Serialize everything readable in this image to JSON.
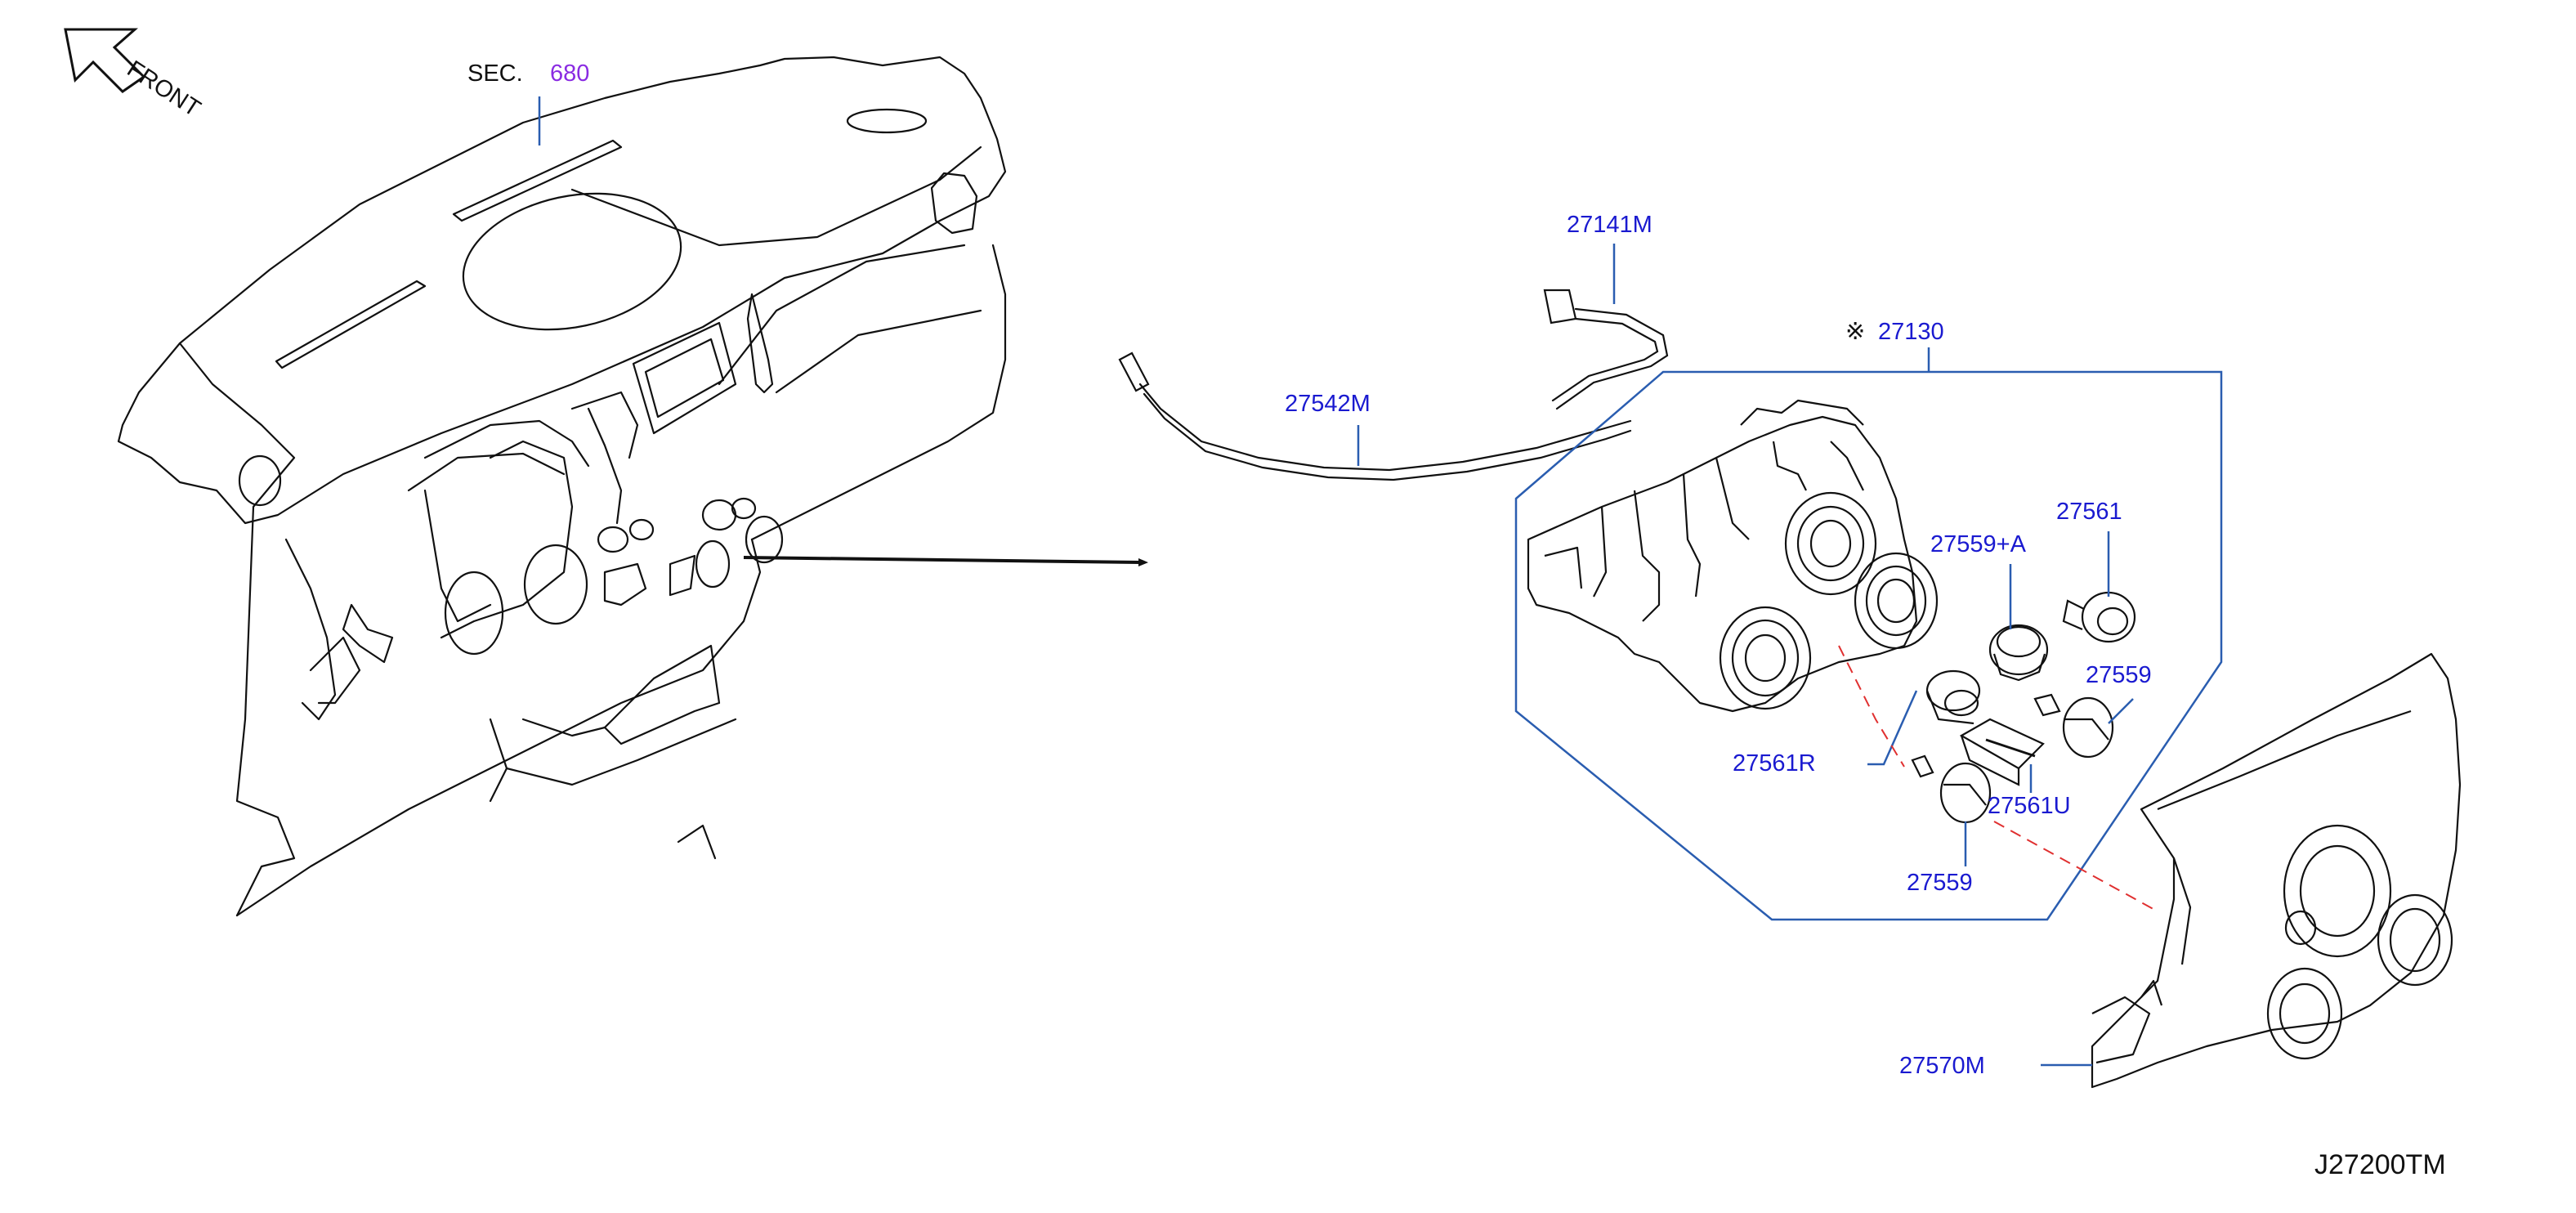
{
  "direction": {
    "label": "FRONT"
  },
  "section": {
    "prefix": "SEC.",
    "number": "680"
  },
  "assembly": {
    "marker": "※",
    "part": "27130"
  },
  "parts": {
    "p27141M": "27141M",
    "p27542M": "27542M",
    "p27559A": "27559+A",
    "p27561": "27561",
    "p27559_right": "27559",
    "p27561R": "27561R",
    "p27561U": "27561U",
    "p27559_bottom": "27559",
    "p27570M": "27570M"
  },
  "drawing_code": "J27200TM",
  "colors": {
    "part_number": "#1a1ad0",
    "section_ref": "#8a2be2",
    "leader": "#2a5db0",
    "dash": "#e03030",
    "linework": "#111111"
  }
}
